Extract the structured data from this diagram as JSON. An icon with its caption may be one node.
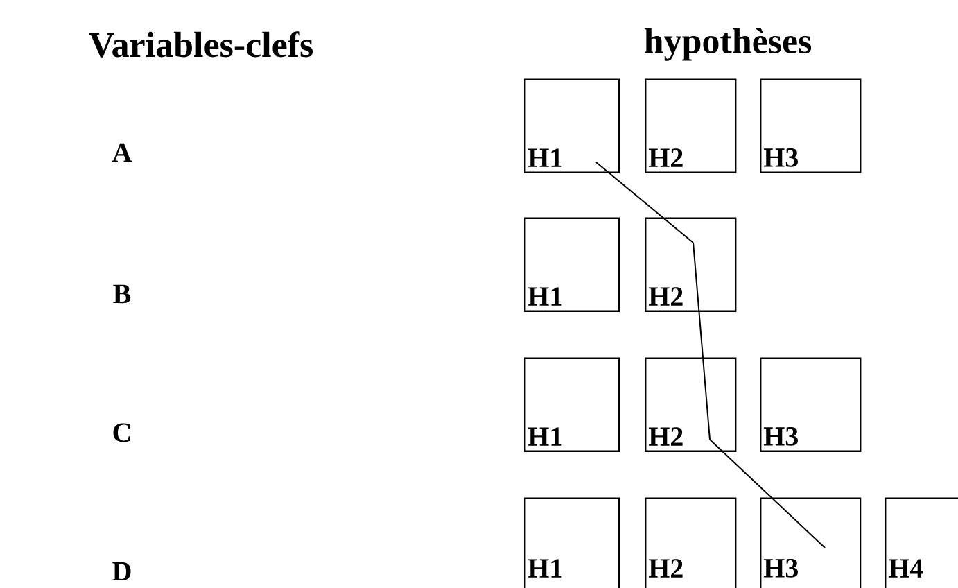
{
  "diagram": {
    "nodes": [
      {
        "text": [
          "H1"
        ]
      },
      {
        "text": [
          "H2"
        ]
      },
      {
        "text": [
          "H3"
        ]
      },
      {
        "text": [
          "H1"
        ]
      },
      {
        "text": [
          "H2"
        ]
      },
      {
        "text": [
          "H1"
        ]
      },
      {
        "text": [
          "H2"
        ]
      },
      {
        "text": [
          "H3"
        ]
      },
      {
        "text": [
          "H1"
        ]
      },
      {
        "text": [
          "H2"
        ]
      },
      {
        "text": [
          "H3"
        ]
      },
      {
        "text": [
          "H4"
        ]
      }
    ],
    "edges": [
      {
        "from": 0,
        "to": 4,
        "arrow": "none"
      },
      {
        "from": 4,
        "to": 6,
        "arrow": "none"
      },
      {
        "from": 6,
        "to": 10,
        "arrow": "none"
      }
    ],
    "labels": [
      "Variables-clefs",
      "hypothèses",
      "A",
      "B",
      "C",
      "D"
    ]
  }
}
